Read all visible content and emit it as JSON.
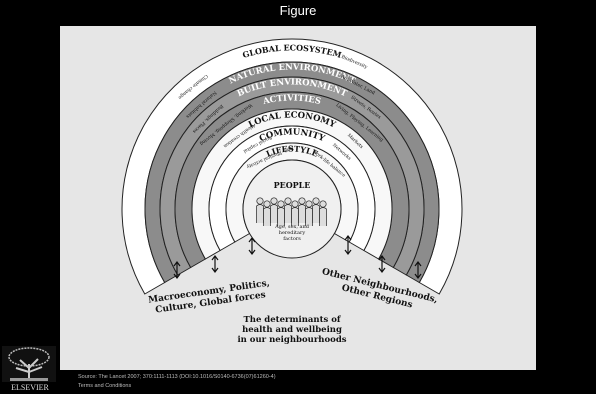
{
  "window": {
    "title": "Figure"
  },
  "diagram": {
    "rings": [
      "GLOBAL ECOSYSTEM",
      "NATURAL ENVIRONMENT",
      "BUILT ENVIRONMENT",
      "ACTIVITIES",
      "LOCAL ECONOMY",
      "COMMUNITY",
      "LIFESTYLE",
      "PEOPLE"
    ],
    "left_sector": [
      "Climate change",
      "Natural habitats",
      "Buildings, Places",
      "Working, Shopping, Moving",
      "Wealth creation",
      "Social capital",
      "Diet, Physical activity"
    ],
    "right_sector": [
      "Work-life balance",
      "Networks",
      "Markets",
      "Living, Playing, Learning",
      "Streets, Routes",
      "Air, Water, Land",
      "Biodiversity"
    ],
    "center_sub": [
      "Age, sex, and",
      "hereditary",
      "factors"
    ],
    "left_forces": [
      "Macroeconomy, Politics,",
      "Culture, Global forces"
    ],
    "right_forces": [
      "Other Neighbourhoods,",
      "Other Regions"
    ],
    "caption": [
      "The determinants of",
      "health and wellbeing",
      "in our neighbourhoods"
    ]
  },
  "footer": {
    "source": "Source: The Lancet 2007; 370:1111-1113 (DOI:10.1016/S0140-6736(07)61260-4)",
    "terms": "Terms and Conditions",
    "publisher": "ELSEVIER"
  }
}
